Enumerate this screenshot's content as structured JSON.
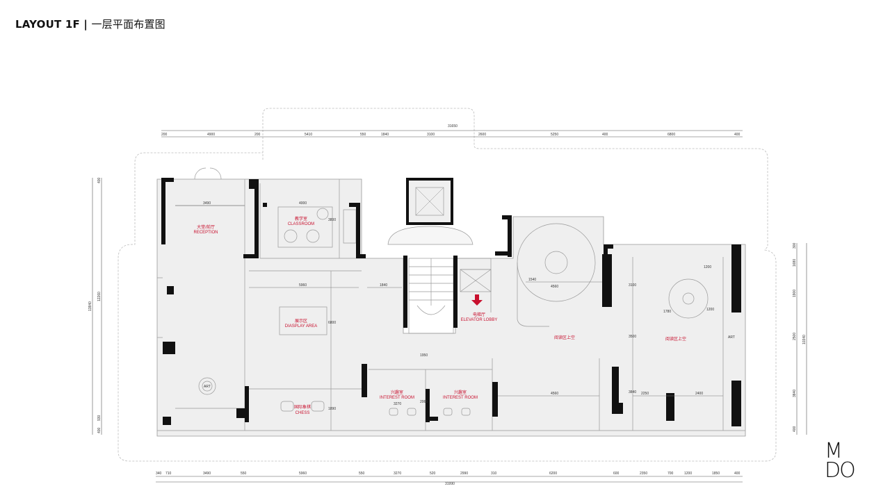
{
  "page": {
    "title_en": "LAYOUT 1F |",
    "title_cn": "一层平面布置图"
  },
  "logo": {
    "line1": "M",
    "line2": "DO"
  },
  "rooms": {
    "reception_cn": "大堂/前厅",
    "reception_en": "RECEPTION",
    "classroom_cn": "教学室",
    "classroom_en": "CLASSROOM",
    "display_cn": "展示区",
    "display_en": "DIASPLAY AREA",
    "elevator_cn": "电梯厅",
    "elevator_en": "ELEVATOR LOBBY",
    "reading1_cn": "阅读区上空",
    "reading2_cn": "阅读区上空",
    "interest1_cn": "兴趣室",
    "interest1_en": "INTEREST ROOM",
    "interest2_cn": "兴趣室",
    "interest2_en": "INTEREST ROOM",
    "chess_cn": "国际象棋",
    "chess_en": "CHESS",
    "art1": "ART",
    "art2": "ART"
  },
  "dims": {
    "top_total": "31650",
    "top": [
      "200",
      "4900",
      "200",
      "5410",
      "550",
      "1840",
      "3100",
      "2600",
      "5250",
      "400",
      "6800",
      "400"
    ],
    "bottom_total": "31990",
    "bottom": [
      "340",
      "710",
      "3490",
      "550",
      "5960",
      "550",
      "3270",
      "520",
      "2990",
      "310",
      "6200",
      "600",
      "2350",
      "700",
      "1200",
      "1850",
      "400"
    ],
    "left_total": "13840",
    "left": [
      "400",
      "12260",
      "930",
      "400"
    ],
    "right_total": "10340",
    "right": [
      "300",
      "1680",
      "1900",
      "2500",
      "3840",
      "400"
    ],
    "inner": {
      "d3490a": "3490",
      "d4000": "4000",
      "d3800": "3800",
      "d5960": "5960",
      "d1840": "1840",
      "d6800": "6800",
      "d1950": "1950",
      "d1890": "1890",
      "d3270": "3270",
      "d2065": "2065",
      "d1540": "1540",
      "d4560a": "4560",
      "d4560b": "4560",
      "d3100": "3100",
      "d1200a": "1200",
      "d1200b": "1200",
      "d3500": "3500",
      "d3840": "3840",
      "d2250": "2250",
      "d2400": "2400",
      "d1780": "1780"
    }
  }
}
